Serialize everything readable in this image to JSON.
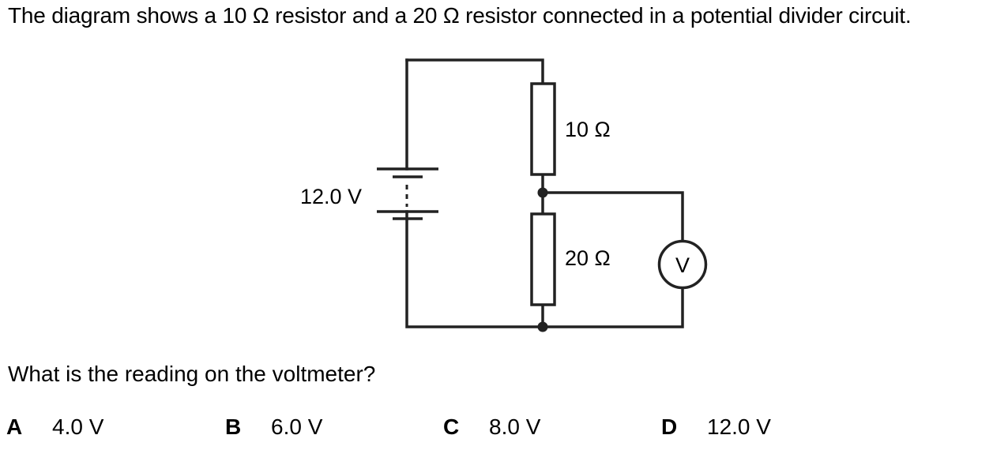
{
  "intro_text": "The diagram shows a 10 Ω resistor and a 20 Ω resistor connected in a potential divider circuit.",
  "circuit": {
    "battery_label": "12.0 V",
    "resistor_top_label": "10 Ω",
    "resistor_bottom_label": "20 Ω",
    "voltmeter_label": "V"
  },
  "question_text": "What is the reading on the voltmeter?",
  "options": [
    {
      "letter": "A",
      "value": "4.0 V"
    },
    {
      "letter": "B",
      "value": "6.0 V"
    },
    {
      "letter": "C",
      "value": "8.0 V"
    },
    {
      "letter": "D",
      "value": "12.0 V"
    }
  ]
}
